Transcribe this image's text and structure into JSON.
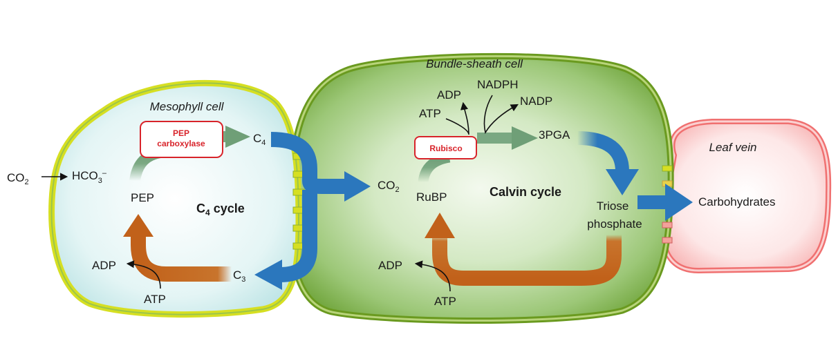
{
  "cells": {
    "mesophyll": "Mesophyll cell",
    "bundle_sheath": "Bundle-sheath cell",
    "leaf_vein": "Leaf vein"
  },
  "c4": {
    "co2": "CO",
    "co2_sub": "2",
    "hco3": "HCO",
    "hco3_sub": "3",
    "hco3_sup": "–",
    "enzyme_line1": "PEP",
    "enzyme_line2": "carboxylase",
    "c4": "C",
    "c4_sub": "4",
    "pep": "PEP",
    "cycle": "C",
    "cycle_sub": "4",
    "cycle_rest": " cycle",
    "c3": "C",
    "c3_sub": "3",
    "adp": "ADP",
    "atp": "ATP"
  },
  "calvin": {
    "adp_top": "ADP",
    "nadph": "NADPH",
    "nadp": "NADP",
    "atp_top": "ATP",
    "enzyme": "Rubisco",
    "pga": "3PGA",
    "co2": "CO",
    "co2_sub": "2",
    "rubp": "RuBP",
    "cycle": "Calvin cycle",
    "triose_line1": "Triose",
    "triose_line2": "phosphate",
    "adp_bottom": "ADP",
    "atp_bottom": "ATP"
  },
  "vein": {
    "carbohydrates": "Carbohydrates"
  },
  "colors": {
    "mesophyll_fill": "#def3f3",
    "mesophyll_wall": "#d6df22",
    "bundle_fill": "#7db342",
    "bundle_wall": "#6a9a1f",
    "vein_fill": "#fde0e0",
    "vein_wall": "#f07070",
    "blue_arrow": "#2b77bd",
    "orange_arrow": "#c1611a",
    "green_arrow": "#7aa882",
    "enzyme_red": "#d8232a"
  }
}
